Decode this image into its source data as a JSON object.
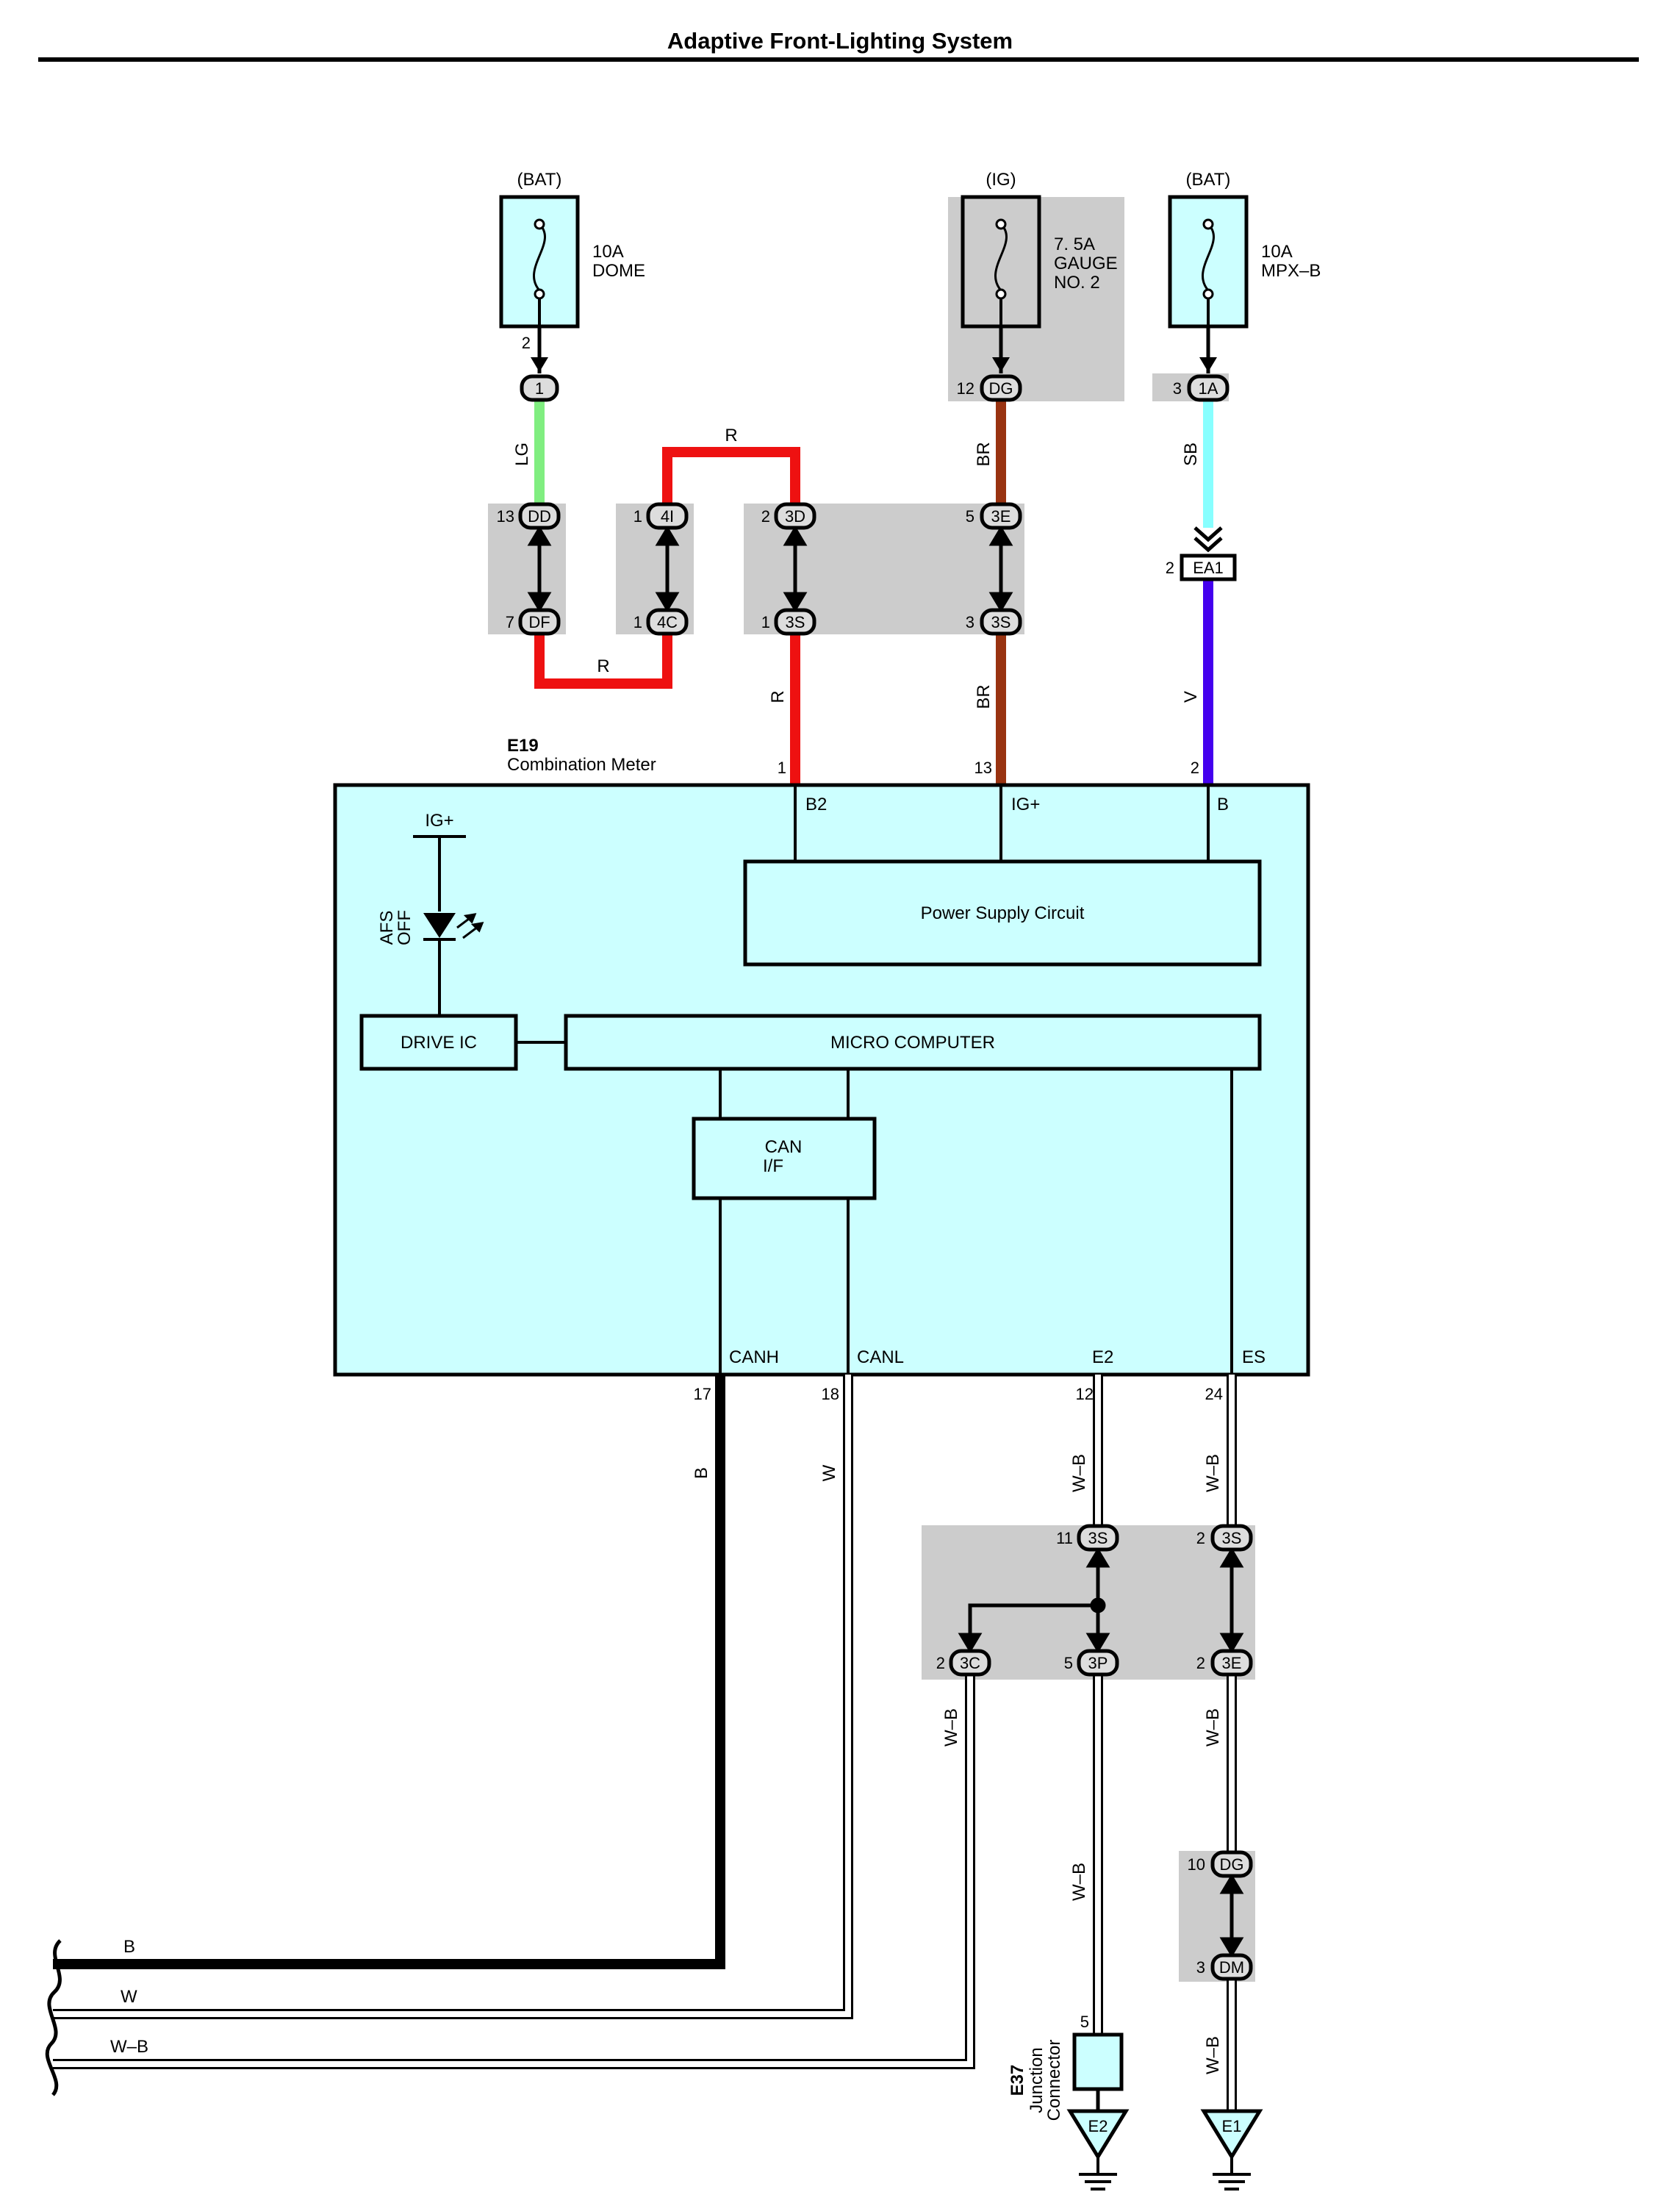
{
  "title": "Adaptive Front-Lighting System",
  "colors": {
    "component_fill": "#ccffff",
    "junction_shade": "#cccccc",
    "wire_LG": "#80ee80",
    "wire_R": "#ee1111",
    "wire_BR": "#993311",
    "wire_SB": "#88ffff",
    "wire_V": "#4400ee",
    "wire_B": "#000000",
    "wire_W": "#ffffff",
    "wire_WB": "#ffffff"
  },
  "fuses": [
    {
      "source": "(BAT)",
      "rating": "10A",
      "name": "DOME",
      "name2": ""
    },
    {
      "source": "(IG)",
      "rating": "7. 5A",
      "name": "GAUGE",
      "name2": "NO. 2"
    },
    {
      "source": "(BAT)",
      "rating": "10A",
      "name": "MPX–B",
      "name2": ""
    }
  ],
  "connectors": {
    "c1": {
      "pin": "2",
      "id": "1"
    },
    "dg_top": {
      "pin": "12",
      "id": "DG"
    },
    "a1": {
      "pin": "3",
      "id": "1A"
    },
    "dd": {
      "pin": "13",
      "id": "DD"
    },
    "df": {
      "pin": "7",
      "id": "DF"
    },
    "i4": {
      "pin": "1",
      "id": "4I"
    },
    "c4": {
      "pin": "1",
      "id": "4C"
    },
    "d3": {
      "pin": "2",
      "id": "3D"
    },
    "s3a": {
      "pin": "1",
      "id": "3S"
    },
    "e3": {
      "pin": "5",
      "id": "3E"
    },
    "s3b": {
      "pin": "3",
      "id": "3S"
    },
    "ea1": {
      "pin": "2",
      "id": "EA1"
    },
    "s3c": {
      "pin": "11",
      "id": "3S"
    },
    "s3d": {
      "pin": "2",
      "id": "3S"
    },
    "c3": {
      "pin": "2",
      "id": "3C"
    },
    "p3": {
      "pin": "5",
      "id": "3P"
    },
    "e3b": {
      "pin": "2",
      "id": "3E"
    },
    "dg_low": {
      "pin": "10",
      "id": "DG"
    },
    "dm": {
      "pin": "3",
      "id": "DM"
    }
  },
  "wire_labels": {
    "lg": "LG",
    "r_top": "R",
    "r_mid": "R",
    "r_vert": "R",
    "br_top": "BR",
    "br_low": "BR",
    "sb": "SB",
    "v": "V",
    "b": "B",
    "w": "W",
    "wb_e2": "W–B",
    "wb_es": "W–B",
    "wb_3c": "W–B",
    "wb_3p": "W–B",
    "wb_3e": "W–B",
    "wb_dm": "W–B",
    "bus_b": "B",
    "bus_w": "W",
    "bus_wb": "W–B"
  },
  "meter": {
    "id": "E19",
    "name": "Combination Meter",
    "pins_top": [
      {
        "num": "1",
        "name": "B2"
      },
      {
        "num": "13",
        "name": "IG+"
      },
      {
        "num": "2",
        "name": "B"
      }
    ],
    "pins_bottom": [
      {
        "num": "17",
        "name": "CANH"
      },
      {
        "num": "18",
        "name": "CANL"
      },
      {
        "num": "12",
        "name": "E2"
      },
      {
        "num": "24",
        "name": "ES"
      }
    ],
    "ig_label": "IG+",
    "afs_label_1": "AFS",
    "afs_label_2": "OFF",
    "power_supply": "Power Supply Circuit",
    "drive_ic": "DRIVE IC",
    "micro": "MICRO COMPUTER",
    "can_if_1": "CAN",
    "can_if_2": "I/F"
  },
  "junction": {
    "id": "E37",
    "line1": "Junction",
    "line2": "Connector",
    "pin": "5"
  },
  "grounds": [
    {
      "id": "E2"
    },
    {
      "id": "E1"
    }
  ]
}
